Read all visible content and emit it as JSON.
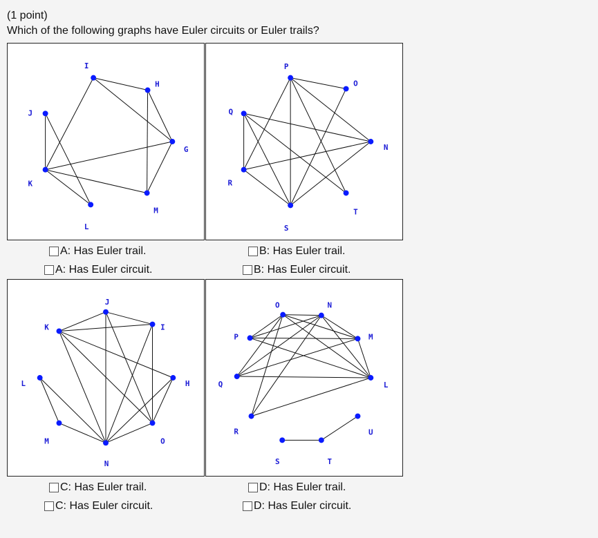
{
  "question": {
    "points": "(1 point)",
    "prompt": "Which of the following graphs have Euler circuits or Euler trails?"
  },
  "graphs": [
    {
      "id": "A",
      "vertices": [
        {
          "label": "I"
        },
        {
          "label": "H"
        },
        {
          "label": "G"
        },
        {
          "label": "M"
        },
        {
          "label": "L"
        },
        {
          "label": "K"
        },
        {
          "label": "J"
        }
      ],
      "edges": [
        [
          "I",
          "H"
        ],
        [
          "I",
          "G"
        ],
        [
          "I",
          "K"
        ],
        [
          "H",
          "M"
        ],
        [
          "H",
          "G"
        ],
        [
          "G",
          "M"
        ],
        [
          "G",
          "K"
        ],
        [
          "J",
          "K"
        ],
        [
          "J",
          "L"
        ],
        [
          "K",
          "M"
        ],
        [
          "K",
          "L"
        ]
      ],
      "options": [
        "A: Has Euler trail.",
        "A: Has Euler circuit."
      ]
    },
    {
      "id": "B",
      "vertices": [
        {
          "label": "P"
        },
        {
          "label": "O"
        },
        {
          "label": "N"
        },
        {
          "label": "T"
        },
        {
          "label": "S"
        },
        {
          "label": "R"
        },
        {
          "label": "Q"
        }
      ],
      "edges": [
        [
          "P",
          "R"
        ],
        [
          "P",
          "S"
        ],
        [
          "P",
          "N"
        ],
        [
          "P",
          "T"
        ],
        [
          "P",
          "O"
        ],
        [
          "O",
          "S"
        ],
        [
          "Q",
          "N"
        ],
        [
          "Q",
          "T"
        ],
        [
          "Q",
          "R"
        ],
        [
          "Q",
          "S"
        ],
        [
          "R",
          "N"
        ],
        [
          "R",
          "S"
        ],
        [
          "S",
          "N"
        ]
      ],
      "options": [
        "B: Has Euler trail.",
        "B: Has Euler circuit."
      ]
    },
    {
      "id": "C",
      "vertices": [
        {
          "label": "J"
        },
        {
          "label": "I"
        },
        {
          "label": "H"
        },
        {
          "label": "O"
        },
        {
          "label": "N"
        },
        {
          "label": "M"
        },
        {
          "label": "L"
        },
        {
          "label": "K"
        }
      ],
      "edges": [
        [
          "J",
          "K"
        ],
        [
          "J",
          "I"
        ],
        [
          "J",
          "N"
        ],
        [
          "J",
          "O"
        ],
        [
          "K",
          "I"
        ],
        [
          "K",
          "O"
        ],
        [
          "K",
          "N"
        ],
        [
          "K",
          "H"
        ],
        [
          "I",
          "O"
        ],
        [
          "I",
          "N"
        ],
        [
          "H",
          "N"
        ],
        [
          "H",
          "O"
        ],
        [
          "O",
          "N"
        ],
        [
          "M",
          "N"
        ],
        [
          "L",
          "M"
        ],
        [
          "L",
          "N"
        ]
      ],
      "options": [
        "C: Has Euler trail.",
        "C: Has Euler circuit."
      ]
    },
    {
      "id": "D",
      "vertices": [
        {
          "label": "O"
        },
        {
          "label": "N"
        },
        {
          "label": "M"
        },
        {
          "label": "L"
        },
        {
          "label": "U"
        },
        {
          "label": "T"
        },
        {
          "label": "S"
        },
        {
          "label": "R"
        },
        {
          "label": "Q"
        },
        {
          "label": "P"
        }
      ],
      "edges": [
        [
          "O",
          "N"
        ],
        [
          "O",
          "M"
        ],
        [
          "O",
          "L"
        ],
        [
          "O",
          "Q"
        ],
        [
          "O",
          "R"
        ],
        [
          "N",
          "M"
        ],
        [
          "N",
          "L"
        ],
        [
          "N",
          "P"
        ],
        [
          "N",
          "Q"
        ],
        [
          "N",
          "R"
        ],
        [
          "M",
          "L"
        ],
        [
          "M",
          "P"
        ],
        [
          "M",
          "Q"
        ],
        [
          "L",
          "P"
        ],
        [
          "L",
          "Q"
        ],
        [
          "L",
          "R"
        ],
        [
          "P",
          "O"
        ],
        [
          "S",
          "T"
        ],
        [
          "T",
          "U"
        ]
      ],
      "options": [
        "D: Has Euler trail.",
        "D: Has Euler circuit."
      ]
    }
  ]
}
